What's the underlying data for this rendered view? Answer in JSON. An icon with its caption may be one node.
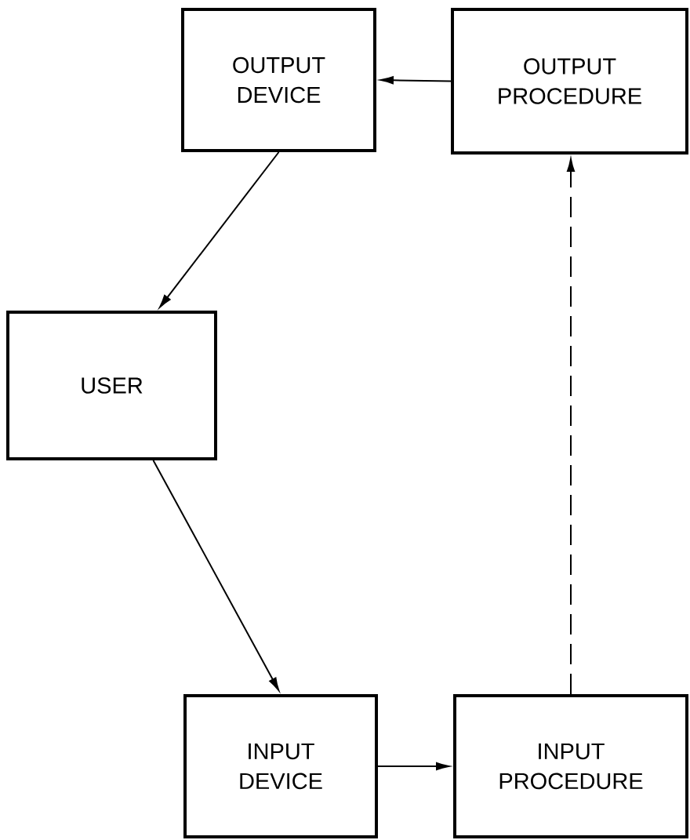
{
  "diagram": {
    "nodes": [
      {
        "text": [
          "OUTPUT DEVICE"
        ]
      },
      {
        "text": [
          "OUTPUT PROCEDURE"
        ]
      },
      {
        "text": [
          "USER"
        ]
      },
      {
        "text": [
          "INPUT DEVICE"
        ]
      },
      {
        "text": [
          "INPUT PROCEDURE"
        ]
      }
    ],
    "edges": [
      {
        "from": 1,
        "to": 0,
        "arrow": "to"
      },
      {
        "from": 0,
        "to": 2,
        "arrow": "to"
      },
      {
        "from": 2,
        "to": 3,
        "arrow": "to"
      },
      {
        "from": 3,
        "to": 4,
        "arrow": "to"
      },
      {
        "from": 4,
        "to": 1,
        "arrow": "to",
        "style": "dashed"
      }
    ]
  }
}
